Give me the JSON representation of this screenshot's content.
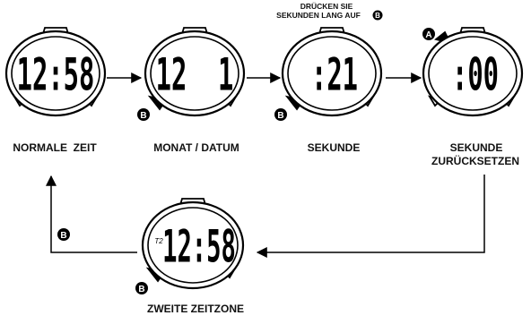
{
  "instruction": {
    "line1": "DRÜCKEN SIE",
    "line2": "SEKUNDEN LANG AUF",
    "button": "B"
  },
  "watches": [
    {
      "id": "normal-time",
      "display": "12:58",
      "label": "NORMALE  ZEIT"
    },
    {
      "id": "month-date",
      "display": "12  1",
      "label": "MONAT / DATUM",
      "button": "B"
    },
    {
      "id": "seconds",
      "display": ":21",
      "label": "SEKUNDE",
      "button": "B"
    },
    {
      "id": "seconds-reset",
      "display": ":00",
      "label_line1": "SEKUNDE",
      "label_line2": "ZURÜCKSETZEN",
      "button": "A"
    },
    {
      "id": "second-timezone",
      "display": "12:58",
      "tag": "T2",
      "label": "ZWEITE ZEITZONE",
      "button": "B"
    }
  ],
  "return_arrow": {
    "button": "B"
  }
}
